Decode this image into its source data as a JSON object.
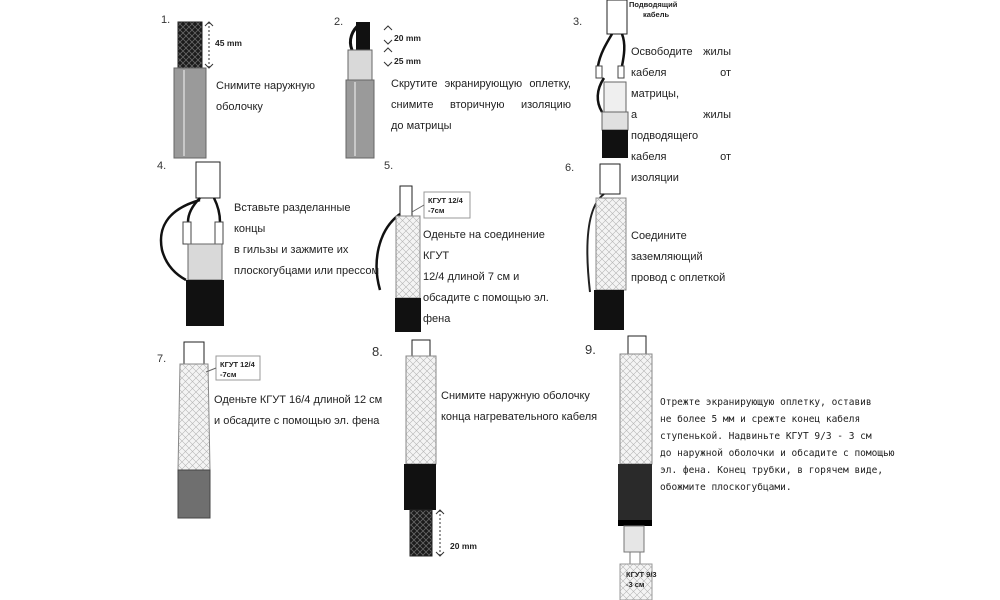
{
  "steps": [
    {
      "num": "1.",
      "text": [
        "Снимите наружную",
        "оболочку"
      ],
      "dims": [
        "45 mm"
      ]
    },
    {
      "num": "2.",
      "text": [
        "Скрутите экранирующую оплетку,",
        "снимите вторичную изоляцию",
        "до матрицы"
      ],
      "dims": [
        "20 mm",
        "25 mm"
      ]
    },
    {
      "num": "3.",
      "text": [
        "Освободите жилы",
        "кабеля от матрицы,",
        "а жилы подводящего",
        "кабеля от изоляции"
      ],
      "label": [
        "Подводящий",
        "кабель"
      ]
    },
    {
      "num": "4.",
      "text": [
        "Вставьте разделанные концы",
        "в гильзы и зажмите их",
        "плоскогубцами или прессом"
      ]
    },
    {
      "num": "5.",
      "text": [
        "Оденьте на соединение КГУТ",
        "12/4 длиной 7 см и",
        "обсадите с помощью эл.",
        "фена"
      ],
      "label": [
        "КГУТ 12/4",
        "-7см"
      ]
    },
    {
      "num": "6.",
      "text": [
        "Соедините заземляющий",
        "провод с оплеткой"
      ]
    },
    {
      "num": "7.",
      "text": [
        "Оденьте КГУТ 16/4 длиной 12 см",
        "и обсадите с помощью эл. фена"
      ],
      "label": [
        "КГУТ 12/4",
        "-7см"
      ]
    },
    {
      "num": "8.",
      "text": [
        "Снимите наружную оболочку",
        "конца нагревательного кабеля"
      ],
      "dims": [
        "20 mm"
      ]
    },
    {
      "num": "9.",
      "text": [
        "Отрежте экранирующую оплетку, оставив",
        "не более 5 мм и срежте конец кабеля",
        "ступенькой. Надвиньте КГУТ 9/3 - 3 см",
        "до наружной оболочки и обсадите с помощью",
        "эл. фена. Конец трубки, в горячем виде,",
        "обожмите плоскогубцами."
      ],
      "label": [
        "КГУТ 9/3",
        "-3 см"
      ]
    }
  ],
  "colors": {
    "sheath": "#9a9a9a",
    "braid": "#1b1b1b",
    "matrix": "#d9d9d9",
    "black": "#111111",
    "hatch": "#cfcfcf"
  }
}
